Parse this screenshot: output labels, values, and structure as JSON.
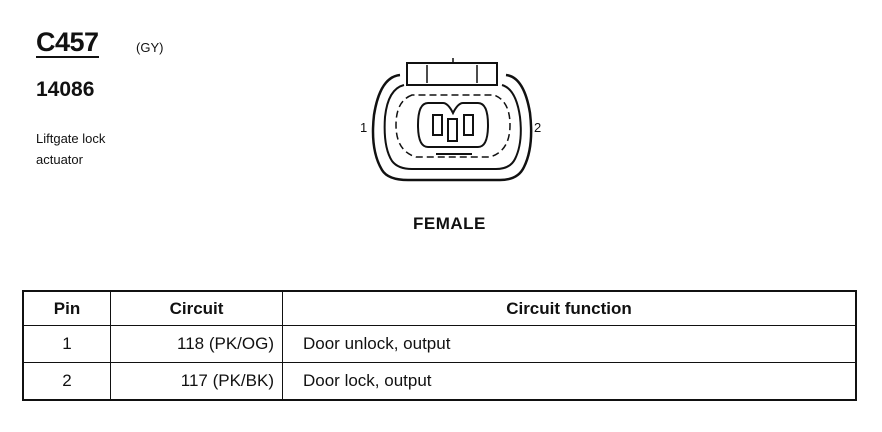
{
  "connector": {
    "id": "C457",
    "color": "(GY)",
    "part_number": "14086",
    "description_line1": "Liftgate lock",
    "description_line2": "actuator"
  },
  "diagram": {
    "pin_left_label": "1",
    "pin_right_label": "2",
    "gender": "FEMALE"
  },
  "table": {
    "headers": [
      "Pin",
      "Circuit",
      "Circuit function"
    ],
    "rows": [
      {
        "pin": "1",
        "circuit": "118 (PK/OG)",
        "function": "Door unlock, output"
      },
      {
        "pin": "2",
        "circuit": "117 (PK/BK)",
        "function": "Door lock, output"
      }
    ]
  }
}
